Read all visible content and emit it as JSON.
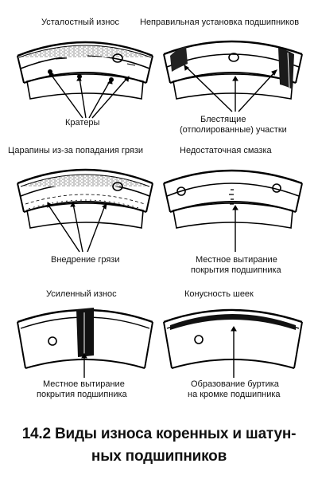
{
  "panels": [
    {
      "title": "Усталостный износ",
      "annotation_lines": [
        "Кратеры"
      ]
    },
    {
      "title": "Неправильная установка подшипников",
      "annotation_lines": [
        "Блестящие",
        "(отполированные) участки"
      ]
    },
    {
      "title": "Царапины из-за попадания грязи",
      "annotation_lines": [
        "Внедрение грязи"
      ]
    },
    {
      "title": "Недостаточная смазка",
      "annotation_lines": [
        "Местное вытирание",
        "покрытия подшипника"
      ]
    },
    {
      "title": "Усиленный износ",
      "annotation_lines": [
        "Местное вытирание",
        "покрытия подшипника"
      ]
    },
    {
      "title": "Конусность шеек",
      "annotation_lines": [
        "Образование буртика",
        "на кромке подшипника"
      ]
    }
  ],
  "caption": {
    "line1": "14.2 Виды износа коренных и шатун-",
    "line2": "ных подшипников"
  }
}
